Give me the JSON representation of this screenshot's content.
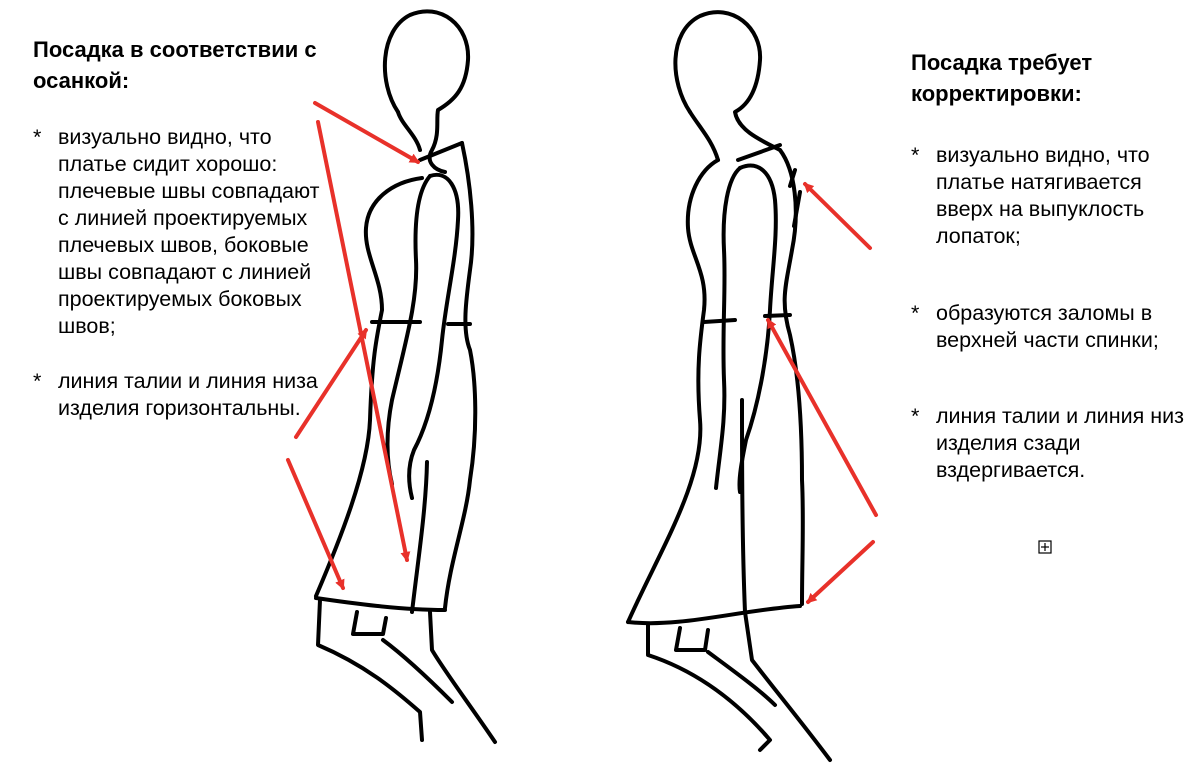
{
  "left": {
    "title": "Посадка в соответствии с осанкой:",
    "items": [
      {
        "bullet": "*",
        "text": "визуально видно, что платье сидит хорошо: плечевые швы совпадают с линией проектируемых плечевых швов, боковые швы совпадают с линией проектируемых боковых швов;"
      },
      {
        "bullet": "*",
        "text": "линия талии и линия низа изделия горизонтальны."
      }
    ]
  },
  "right": {
    "title": "Посадка требует корректировки:",
    "items": [
      {
        "bullet": "*",
        "text": "визуально видно, что платье натягивается вверх на выпуклость лопаток;"
      },
      {
        "bullet": "*",
        "text": "образуются заломы в верхней части спинки;"
      },
      {
        "bullet": "*",
        "text": "линия талии и линия низ изделия сзади вздергивается."
      }
    ]
  },
  "colors": {
    "arrow": "#e8312a",
    "outline": "#000000",
    "text": "#000000"
  },
  "icons": {
    "small_mark": "plus-box-icon"
  }
}
